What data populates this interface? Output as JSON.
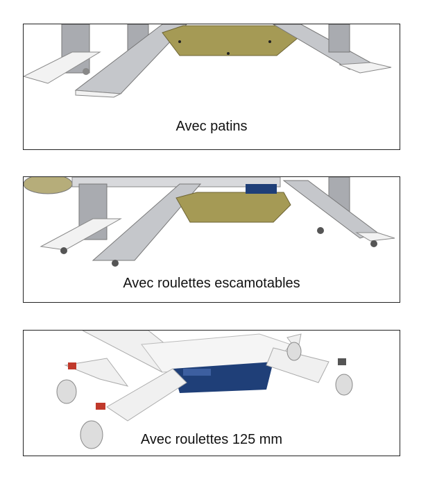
{
  "options": [
    {
      "caption": "Avec patins",
      "illustration": "chassis-with-skids"
    },
    {
      "caption": "Avec roulettes escamotables",
      "illustration": "chassis-with-retractable-casters"
    },
    {
      "caption": "Avec roulettes 125 mm",
      "illustration": "chassis-with-125mm-casters"
    }
  ],
  "colors": {
    "frame": "#a9abb0",
    "plate": "#a59a55",
    "base_white": "#eeeeee",
    "base_blue": "#1f3f78"
  }
}
